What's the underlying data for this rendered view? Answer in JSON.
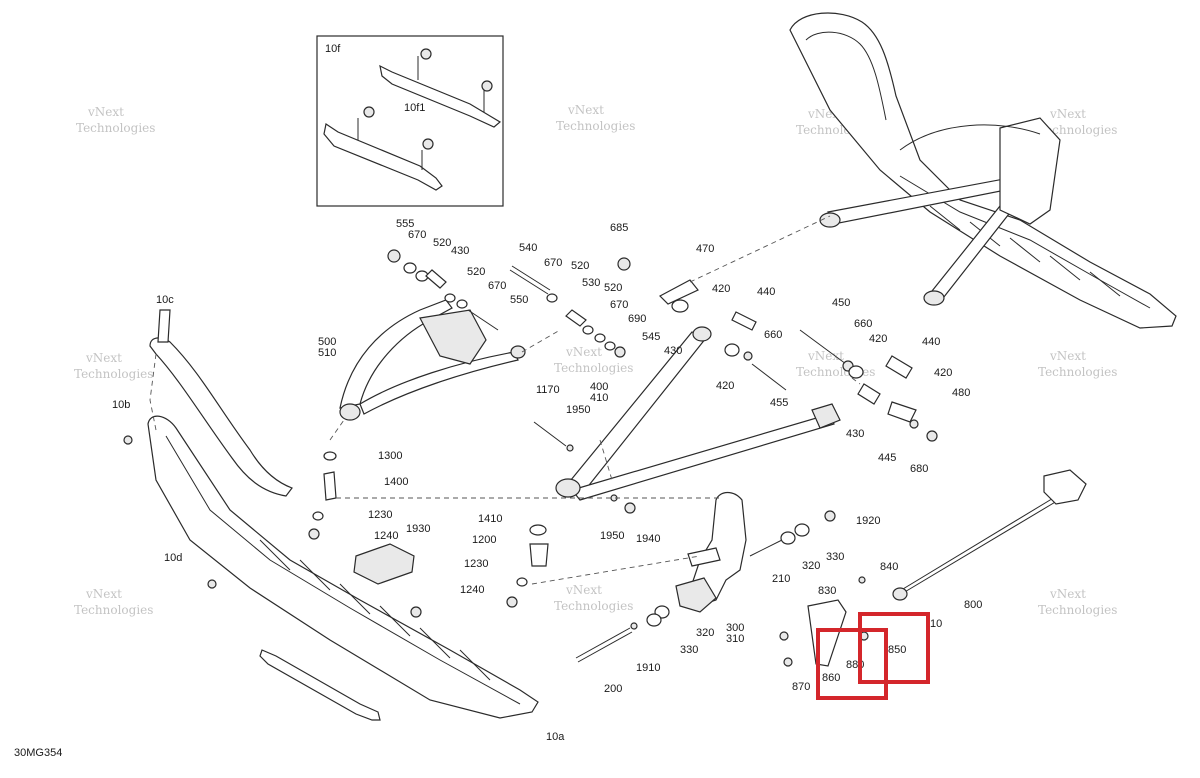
{
  "diagram": {
    "drawing_code": "30MG354",
    "inset_labels": [
      "10f",
      "10f1"
    ],
    "callouts": [
      "555",
      "670",
      "520",
      "430",
      "540",
      "670",
      "520",
      "685",
      "470",
      "520",
      "670",
      "550",
      "530",
      "420",
      "520",
      "440",
      "500",
      "510",
      "670",
      "690",
      "545",
      "450",
      "660",
      "430",
      "420",
      "660",
      "440",
      "10c",
      "1170",
      "1950",
      "400",
      "410",
      "420",
      "455",
      "430",
      "420",
      "480",
      "10b",
      "1300",
      "1400",
      "445",
      "680",
      "1230",
      "1240",
      "1930",
      "1410",
      "1200",
      "1950",
      "1940",
      "1920",
      "10d",
      "1230",
      "1240",
      "320",
      "330",
      "210",
      "840",
      "830",
      "800",
      "10",
      "850",
      "880",
      "860",
      "870",
      "300",
      "310",
      "320",
      "330",
      "1910",
      "200",
      "10a"
    ],
    "watermark": [
      "vNext",
      "Technologies"
    ],
    "highlight_color": "#d4262b"
  }
}
